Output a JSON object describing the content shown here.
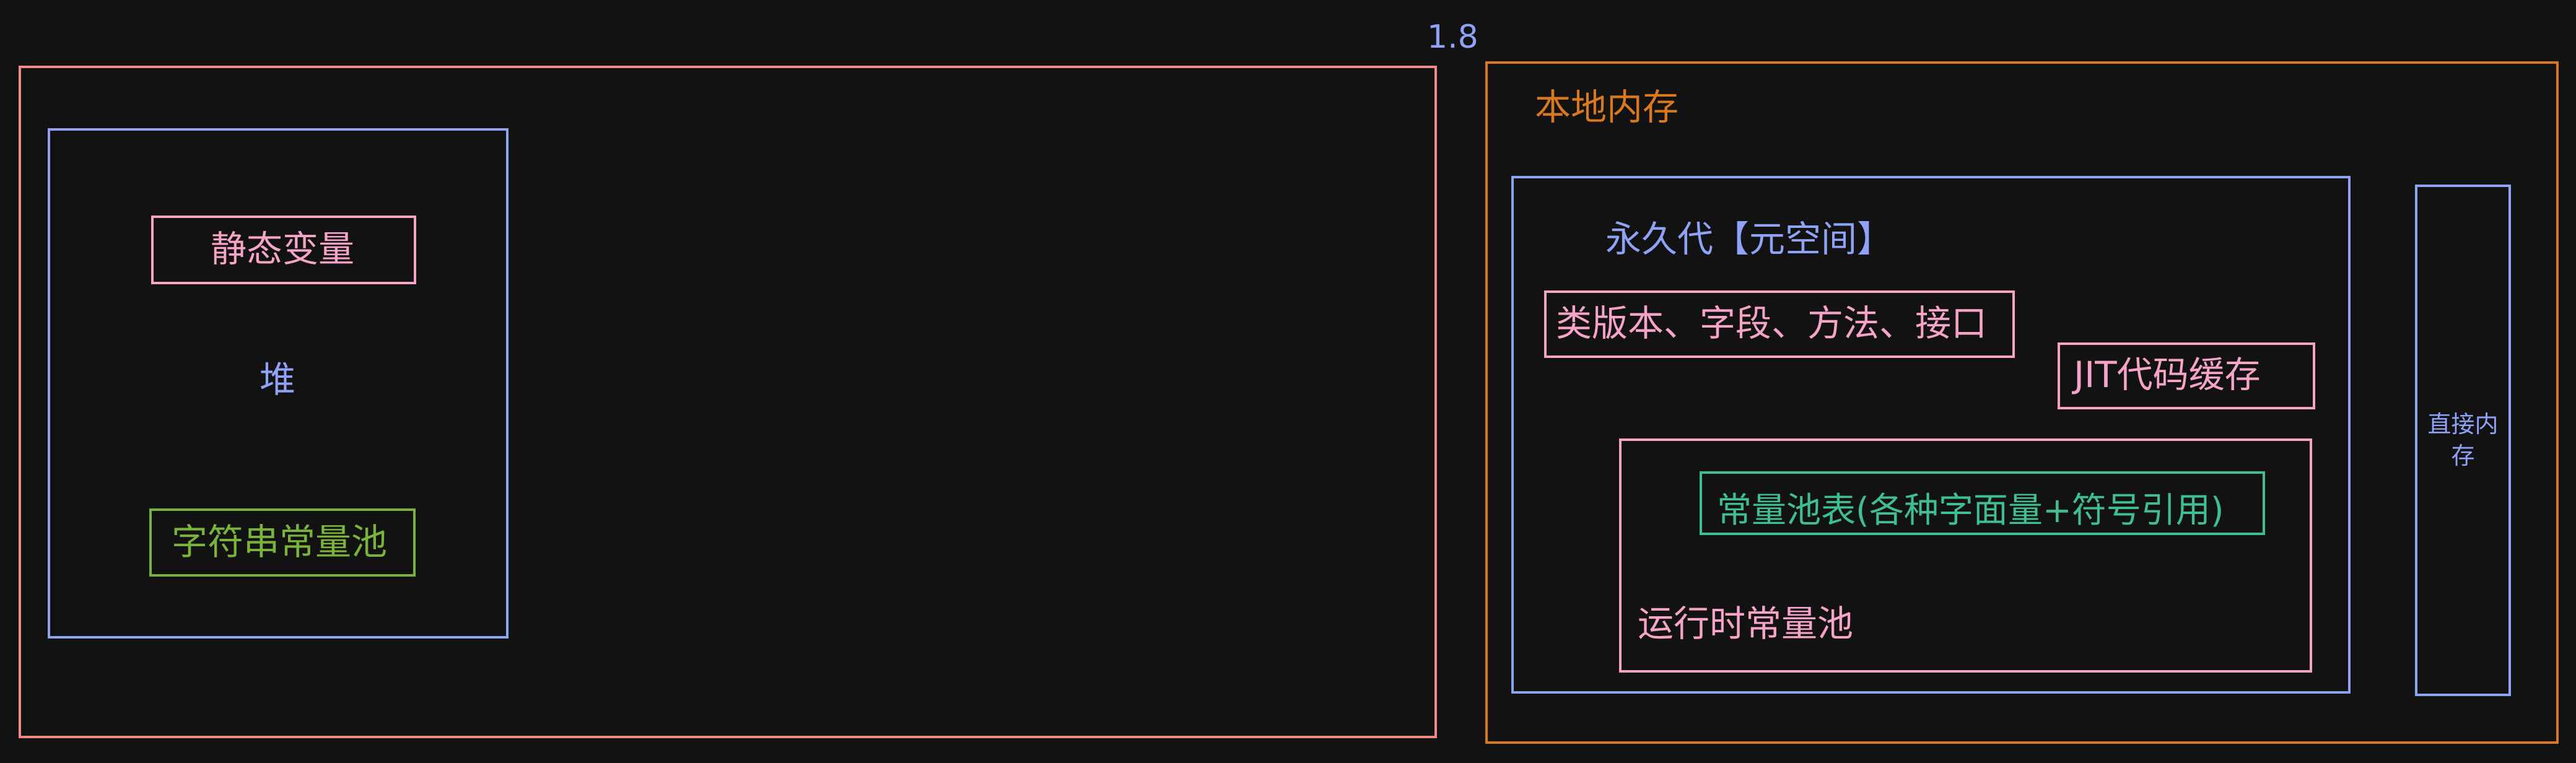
{
  "version_label": "1.8",
  "heap_area": {
    "heap_label": "堆",
    "static_vars_label": "静态变量",
    "string_pool_label": "字符串常量池"
  },
  "native_memory": {
    "title": "本地内存",
    "metaspace": {
      "title": "永久代【元空间】",
      "class_info_label": "类版本、字段、方法、接口",
      "jit_cache_label": "JIT代码缓存",
      "runtime_pool": {
        "title": "运行时常量池",
        "constant_table_label": "常量池表(各种字面量+符号引用)"
      }
    },
    "direct_memory_label": "直接内存"
  },
  "colors": {
    "background": "#121212",
    "red": "#f08a8a",
    "pink": "#f5a3c7",
    "blue": "#8fa2f5",
    "orange": "#d9781f",
    "green": "#7ab33c",
    "teal": "#3fbf8f"
  }
}
